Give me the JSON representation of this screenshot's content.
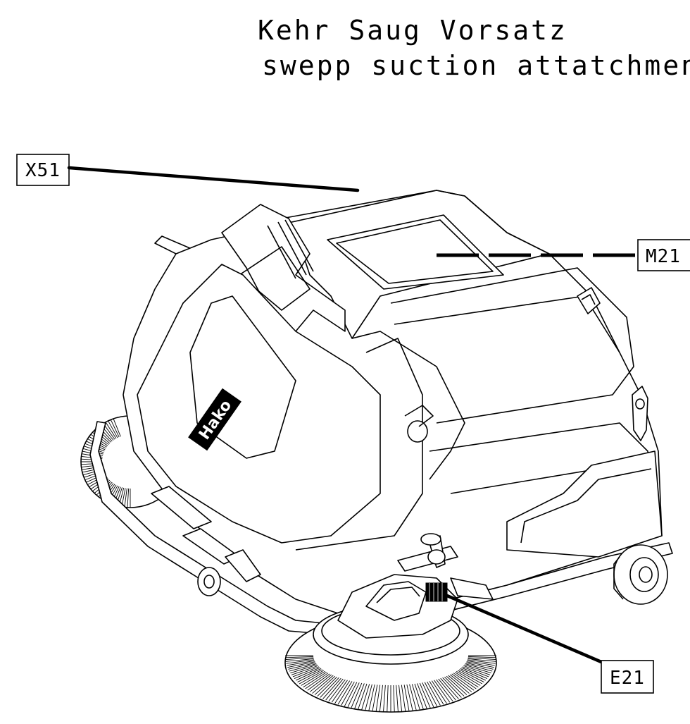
{
  "title": {
    "line1": "Kehr Saug Vorsatz",
    "line2": "swepp suction attatchment"
  },
  "logo": "Hako",
  "callouts": [
    {
      "id": "x51",
      "label": "X51"
    },
    {
      "id": "m21",
      "label": "M21"
    },
    {
      "id": "e21",
      "label": "E21"
    }
  ]
}
